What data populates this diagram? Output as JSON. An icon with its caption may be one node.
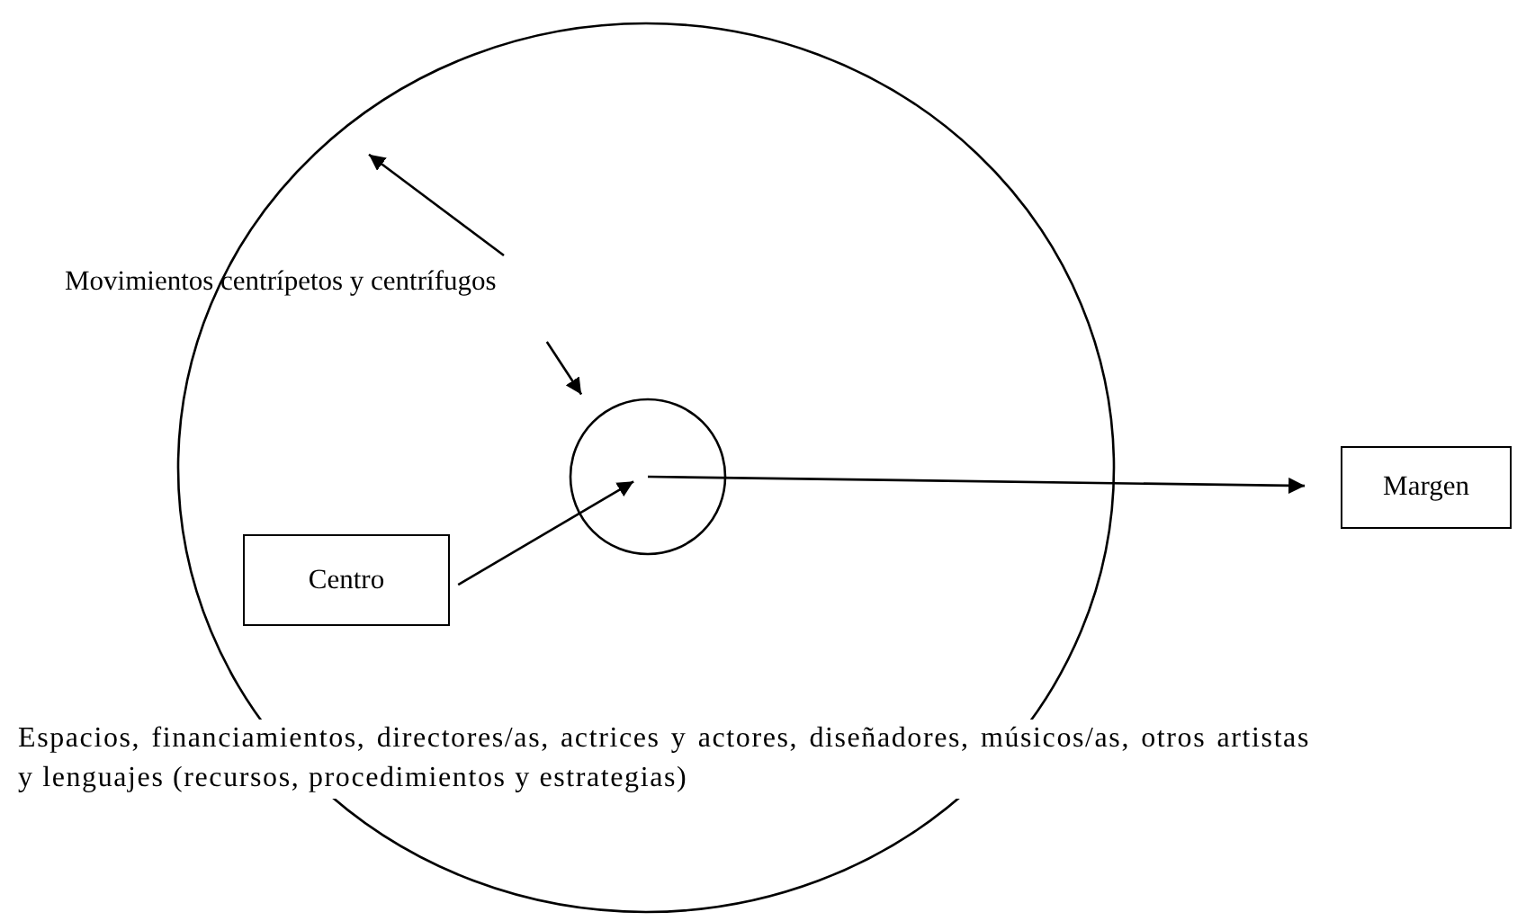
{
  "diagram": {
    "nodes": [
      {
        "text": [],
        "shape": "circle"
      },
      {
        "text": [],
        "shape": "circle",
        "in": 0
      },
      {
        "text": [
          "Movimientos centrípetos y centrífugos"
        ]
      },
      {
        "text": [
          "Centro"
        ],
        "in": 0
      },
      {
        "text": [
          "Margen"
        ]
      }
    ],
    "edges": [
      {
        "from": 2,
        "to": 0,
        "arrow": "to"
      },
      {
        "from": 2,
        "to": 1,
        "arrow": "to"
      },
      {
        "from": 3,
        "to": 1,
        "arrow": "to"
      },
      {
        "from": 1,
        "to": 4,
        "arrow": "to"
      }
    ],
    "labels": [
      "Espacios, financiamientos, directores/as, actrices y actores, diseñadores, músicos/as, otros artistas y lenguajes (recursos, procedimientos y estrategias)"
    ]
  }
}
